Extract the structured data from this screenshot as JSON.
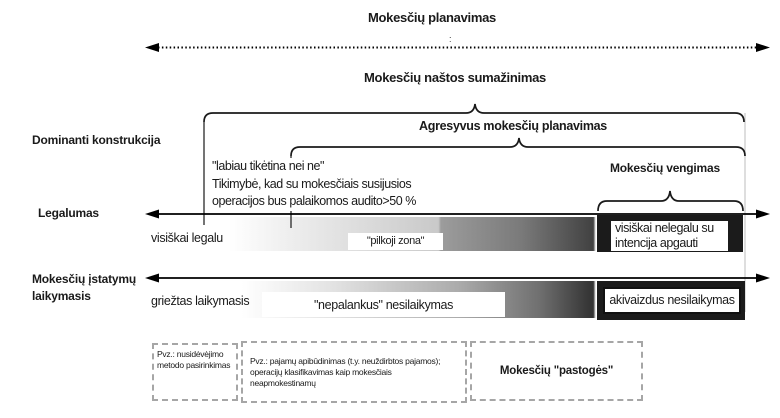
{
  "header": {
    "title": "Mokesčių planavimas",
    "center_mark": ":",
    "subtitle": "Mokesčių naštos sumažinimas",
    "aggressive_label": "Agresyvus mokesčių planavimas",
    "avoidance_label": "Mokesčių vengimas"
  },
  "row_labels": {
    "construction": "Dominanti konstrukcija",
    "legality": "Legalumas",
    "compliance_line1": "Mokesčių įstatymų",
    "compliance_line2": "laikymasis"
  },
  "probability_note": {
    "line1": "\"labiau tikėtina nei ne\"",
    "line2": "Tikimybė, kad su mokesčiais susijusios",
    "line3": "operacijos bus palaikomos audito>50 %"
  },
  "legality_bar": {
    "left_label": "visiškai legalu",
    "middle_label": "\"pilkoji zona\"",
    "right_label_line1": "visiškai nelegalu su",
    "right_label_line2": "intencija apgauti"
  },
  "compliance_bar": {
    "left_label": "griežtas laikymasis",
    "middle_label": "\"nepalankus\" nesilaikymas",
    "right_label": "akivaizdus nesilaikymas"
  },
  "examples": {
    "box1": "Pvz.: nusidėvėjimo metodo pasirinkimas",
    "box2_line1": "Pvz.: pajamų apibūdinimas (t.y. neuždirbtos pajamos);",
    "box2_line2": "operacijų klasifikavimas kaip mokesčiais",
    "box2_line3": "neapmokestinamų",
    "box3": "Mokesčių \"pastogės\""
  },
  "colors": {
    "text": "#1a1a1a",
    "line": "#000000",
    "faint_line": "#c9c9c9",
    "black_box": "#1b1b1b",
    "gradient_start": "#ffffff",
    "gradient_end": "#3a3a3a",
    "dashed_border": "#a6a6a6"
  }
}
